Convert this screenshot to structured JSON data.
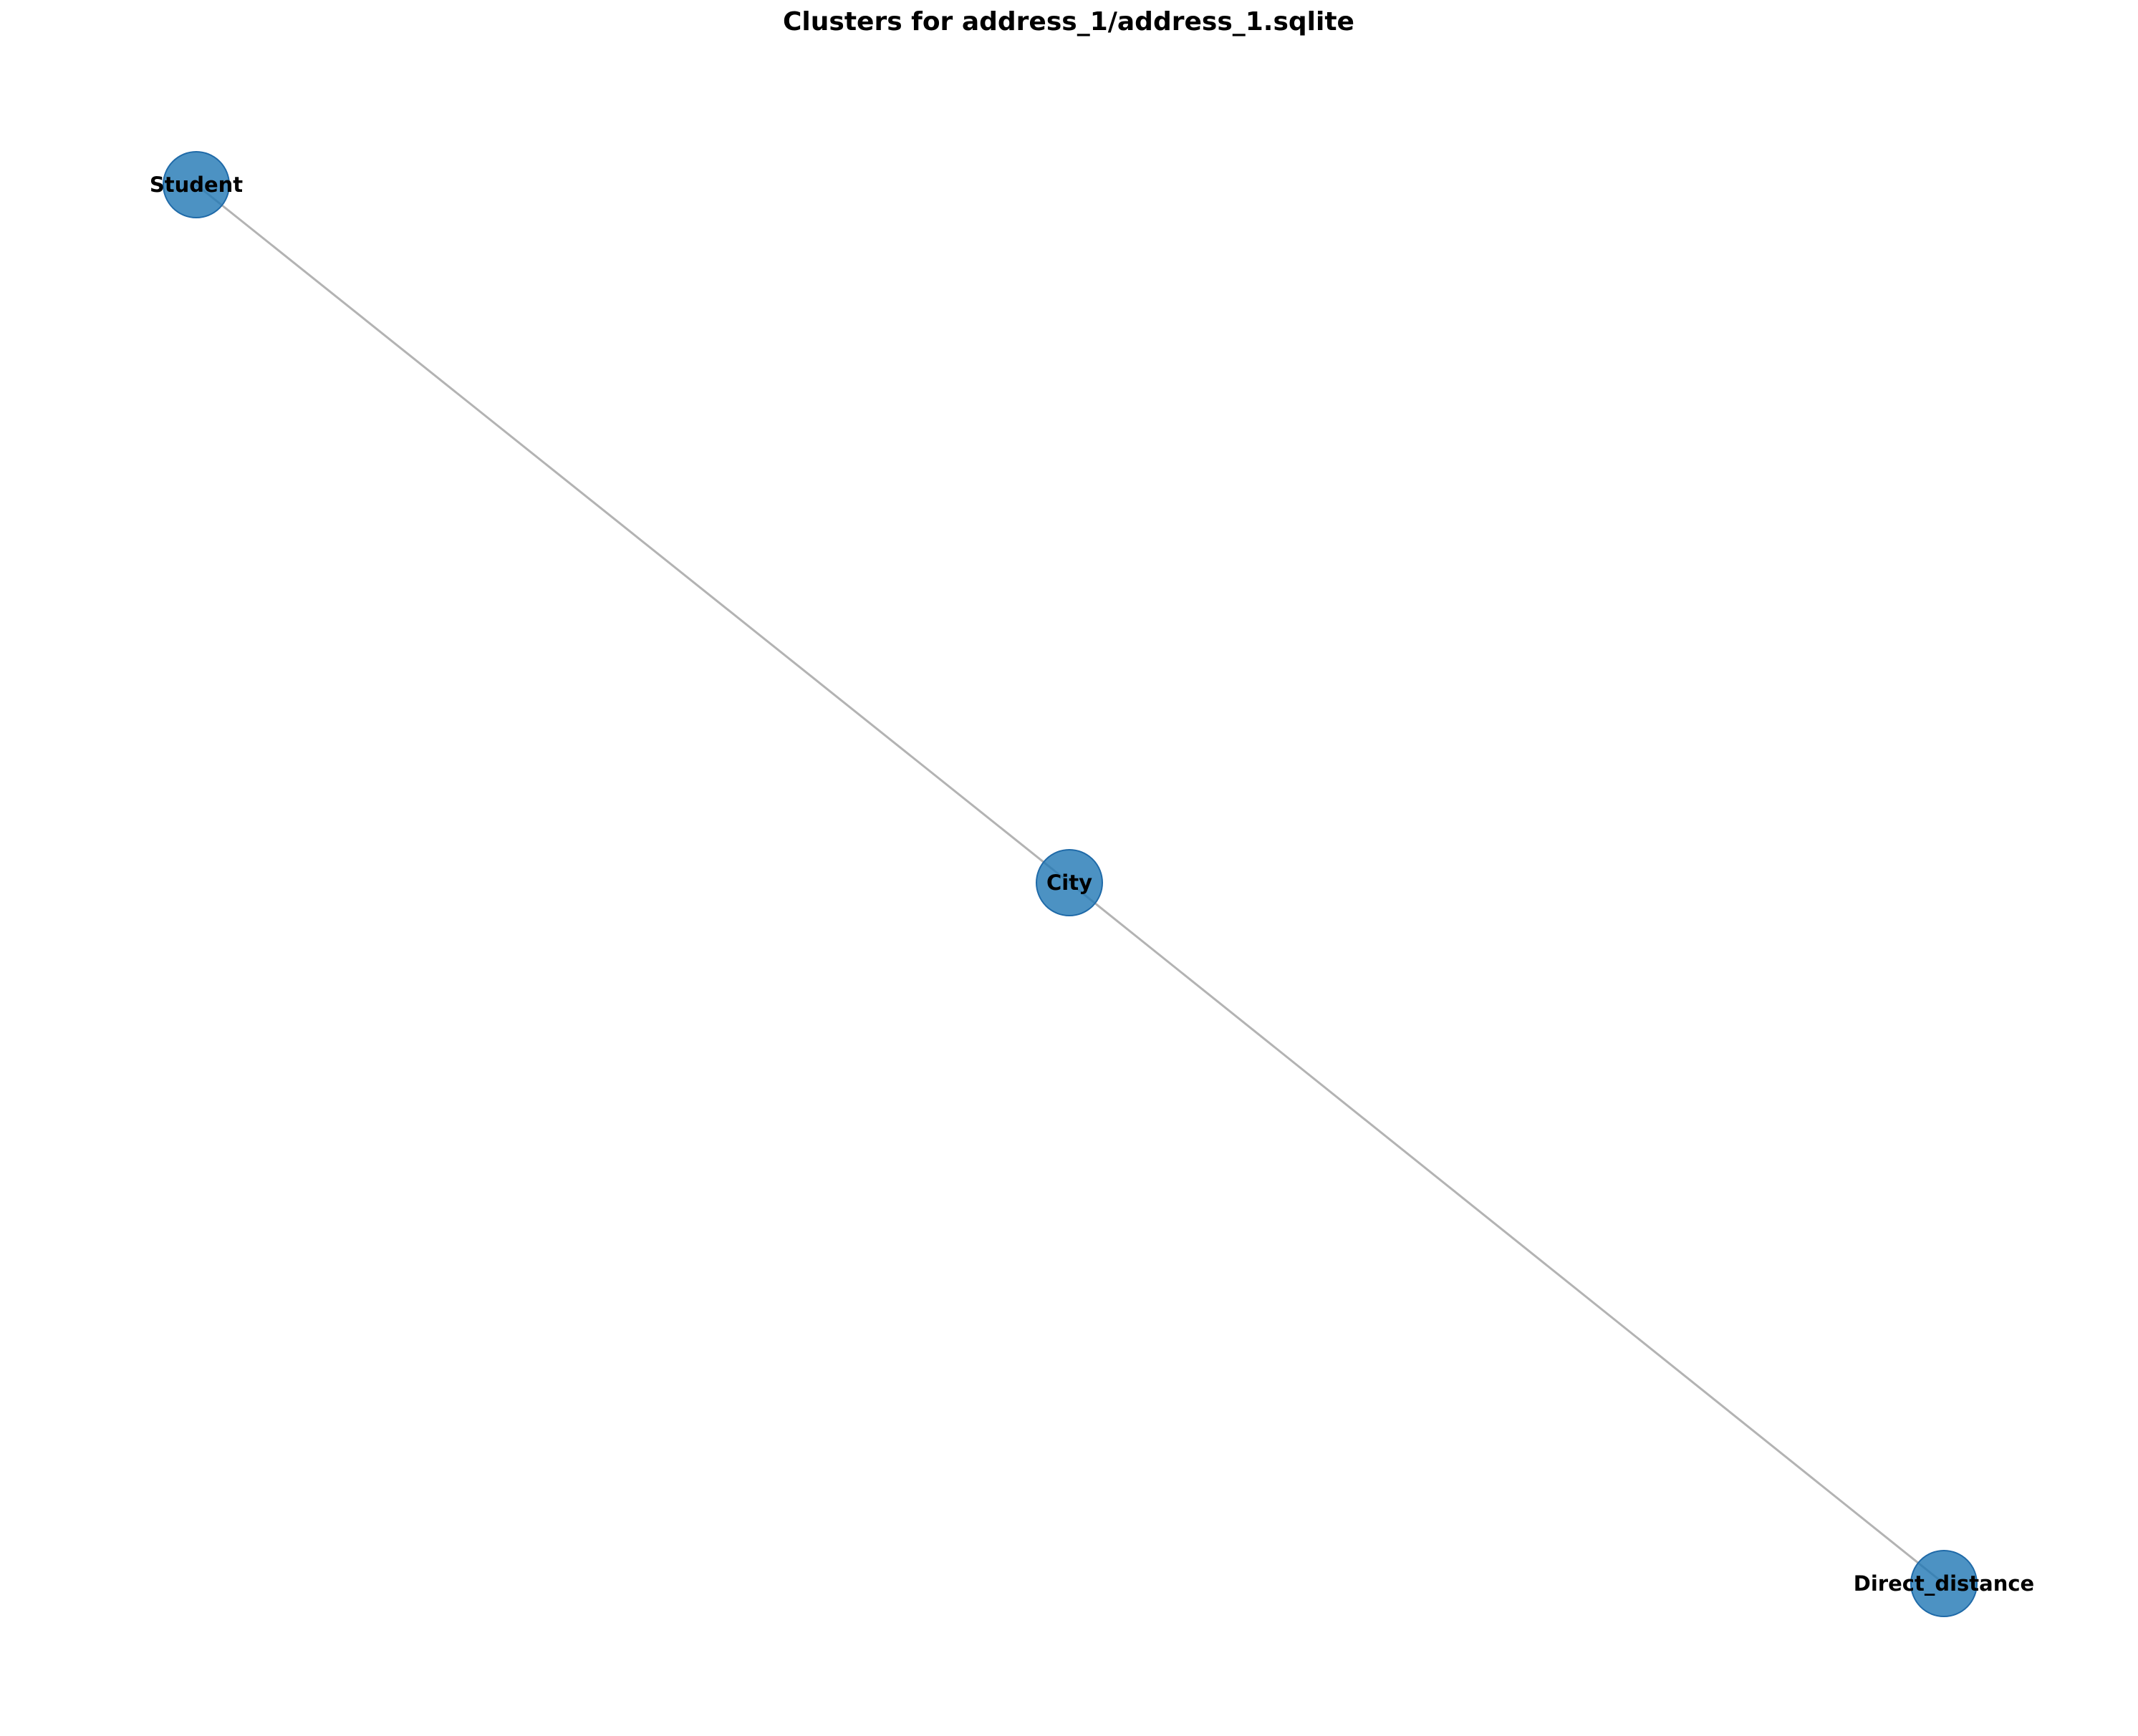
{
  "title": "Clusters for address_1/address_1.sqlite",
  "colors": {
    "node_fill": "#1f77b4",
    "node_stroke": "#1f6aa8",
    "edge": "#b3b3b3",
    "background": "#ffffff"
  },
  "nodes": [
    {
      "id": "student",
      "label": "Student"
    },
    {
      "id": "city",
      "label": "City"
    },
    {
      "id": "direct_distance",
      "label": "Direct_distance"
    }
  ],
  "edges": [
    {
      "source": "student",
      "target": "city"
    },
    {
      "source": "city",
      "target": "direct_distance"
    }
  ]
}
